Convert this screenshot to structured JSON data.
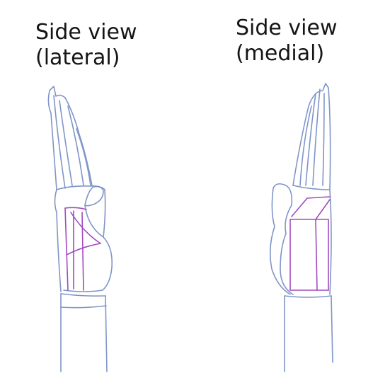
{
  "labels": {
    "lateral": {
      "line1": "Side view",
      "line2": "(lateral)"
    },
    "medial": {
      "line1": "Side view",
      "line2": "(medial)"
    }
  },
  "colors": {
    "background": "#ffffff",
    "text": "#151515",
    "outline": "#7f95c8",
    "structure": "#a14bc0"
  }
}
